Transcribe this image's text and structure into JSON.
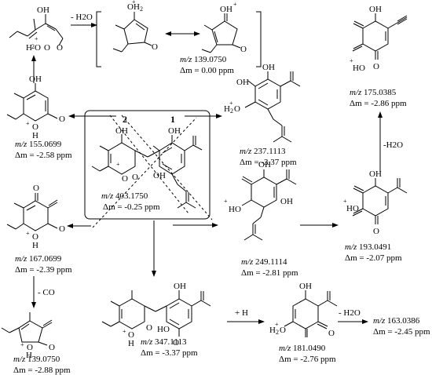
{
  "diagram": {
    "labels": {
      "mz_label": "m/z",
      "water_loss": "- H2O",
      "water_loss_b": "-H2O",
      "co_loss": "- CO",
      "h_gain": "+ H",
      "path_1": "1",
      "path_2": "2"
    },
    "fragments": [
      {
        "id": "parent",
        "mz": "403.1750",
        "dm": "Δm = -0.25 ppm"
      },
      {
        "id": "f139a",
        "mz": "139.0750",
        "dm": "Δm = 0.00 ppm"
      },
      {
        "id": "f155",
        "mz": "155.0699",
        "dm": "Δm = -2.58 ppm"
      },
      {
        "id": "f237",
        "mz": "237.1113",
        "dm": "Δm = -3.37 ppm"
      },
      {
        "id": "f175",
        "mz": "175.0385",
        "dm": "Δm = -2.86 ppm"
      },
      {
        "id": "f167",
        "mz": "167.0699",
        "dm": "Δm = -2.39 ppm"
      },
      {
        "id": "f249",
        "mz": "249.1114",
        "dm": "Δm = -2.81 ppm"
      },
      {
        "id": "f193",
        "mz": "193.0491",
        "dm": "Δm = -2.07 ppm"
      },
      {
        "id": "f139b",
        "mz": "139.0750",
        "dm": "Δm = -2.88 ppm"
      },
      {
        "id": "f347",
        "mz": "347.1113",
        "dm": "Δm = -3.37 ppm"
      },
      {
        "id": "f181",
        "mz": "181.0490",
        "dm": "Δm = -2.76 ppm"
      },
      {
        "id": "f163",
        "mz": "163.0386",
        "dm": "Δm = -2.45 ppm"
      }
    ]
  }
}
